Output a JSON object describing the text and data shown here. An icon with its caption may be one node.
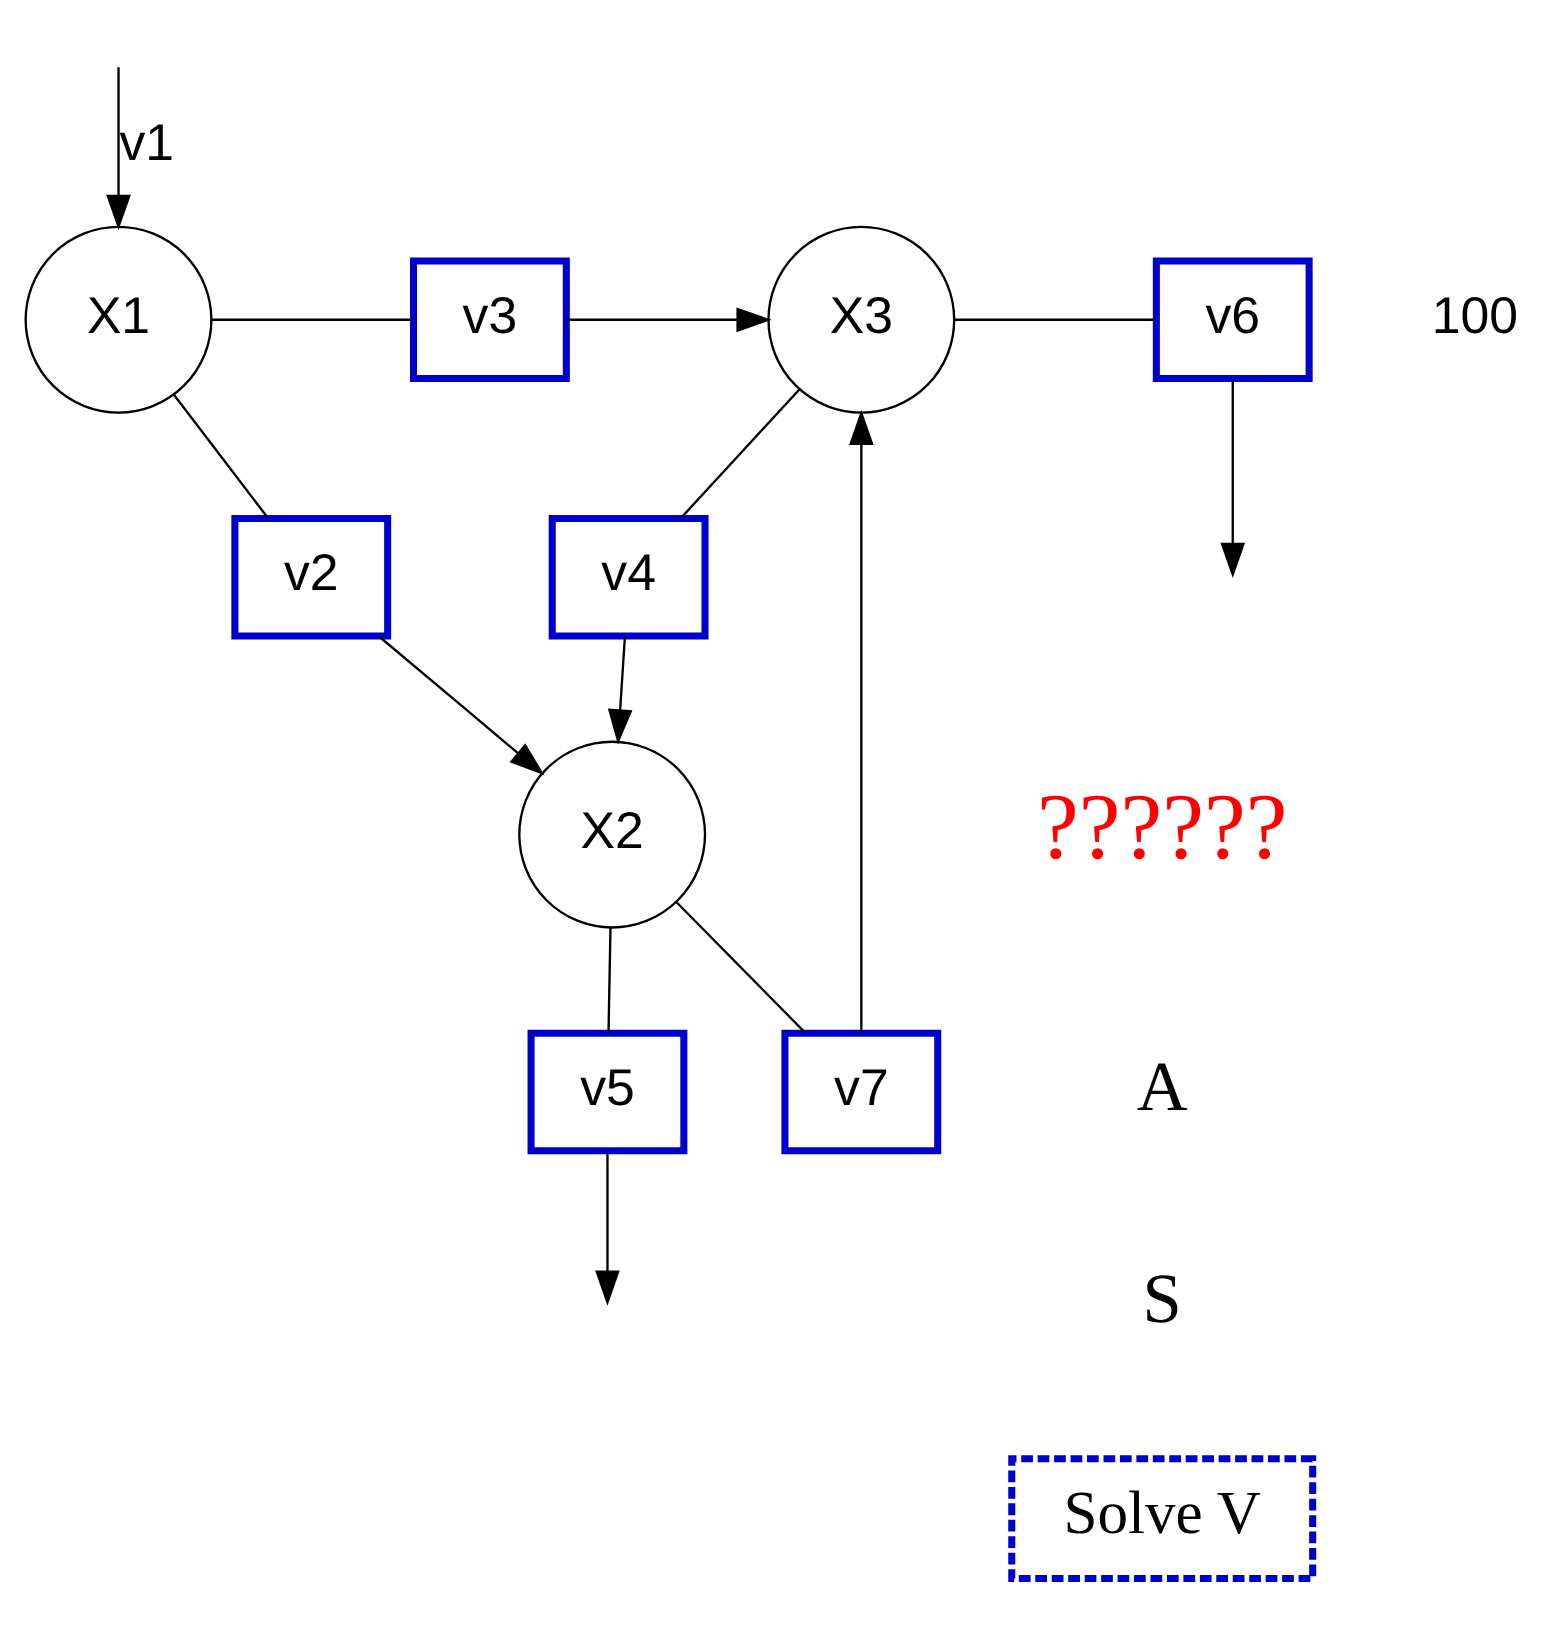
{
  "diagram": {
    "nodes": [
      {
        "text": [
          "X1"
        ]
      },
      {
        "text": [
          "v3"
        ]
      },
      {
        "text": [
          "X3"
        ]
      },
      {
        "text": [
          "v6"
        ]
      },
      {
        "text": [
          "v2"
        ]
      },
      {
        "text": [
          "v4"
        ]
      },
      {
        "text": [
          "v7"
        ]
      },
      {
        "text": [
          "X2"
        ]
      },
      {
        "text": [
          "v5"
        ]
      },
      {
        "text": [
          "Solve V"
        ]
      }
    ],
    "edges": [
      {
        "from": null,
        "to": 0,
        "arrow": "to",
        "label": "v1"
      },
      {
        "from": 0,
        "to": 1,
        "arrow": "none"
      },
      {
        "from": 1,
        "to": 2,
        "arrow": "to"
      },
      {
        "from": 2,
        "to": 3,
        "arrow": "none"
      },
      {
        "from": 3,
        "to": null,
        "arrow": "to"
      },
      {
        "from": 0,
        "to": 4,
        "arrow": "none"
      },
      {
        "from": 4,
        "to": 7,
        "arrow": "to"
      },
      {
        "from": 2,
        "to": 5,
        "arrow": "none"
      },
      {
        "from": 5,
        "to": 7,
        "arrow": "to"
      },
      {
        "from": 7,
        "to": 6,
        "arrow": "none"
      },
      {
        "from": 6,
        "to": 2,
        "arrow": "to"
      },
      {
        "from": 7,
        "to": 8,
        "arrow": "none"
      },
      {
        "from": 8,
        "to": null,
        "arrow": "to"
      }
    ],
    "labels": [
      "100",
      "??????",
      "A",
      "S"
    ]
  }
}
